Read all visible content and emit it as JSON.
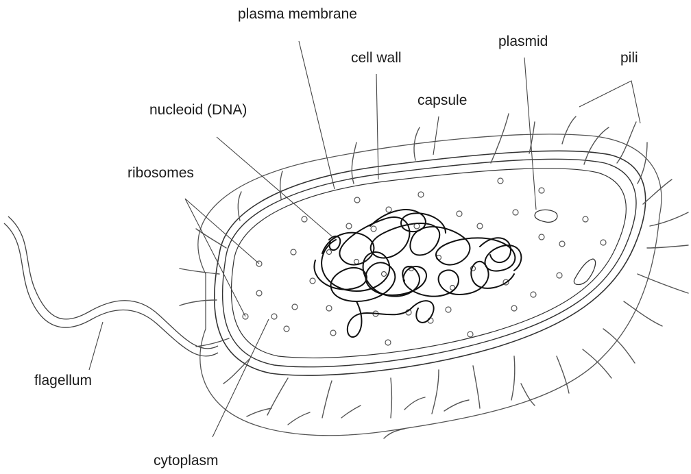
{
  "diagram": {
    "labels": {
      "plasma_membrane": "plasma membrane",
      "cell_wall": "cell wall",
      "plasmid": "plasmid",
      "pili": "pili",
      "nucleoid": "nucleoid (DNA)",
      "capsule": "capsule",
      "ribosomes": "ribosomes",
      "flagellum": "flagellum",
      "cytoplasm": "cytoplasm"
    },
    "colors": {
      "line": "#333333",
      "dna": "#111111",
      "background": "#ffffff"
    }
  }
}
